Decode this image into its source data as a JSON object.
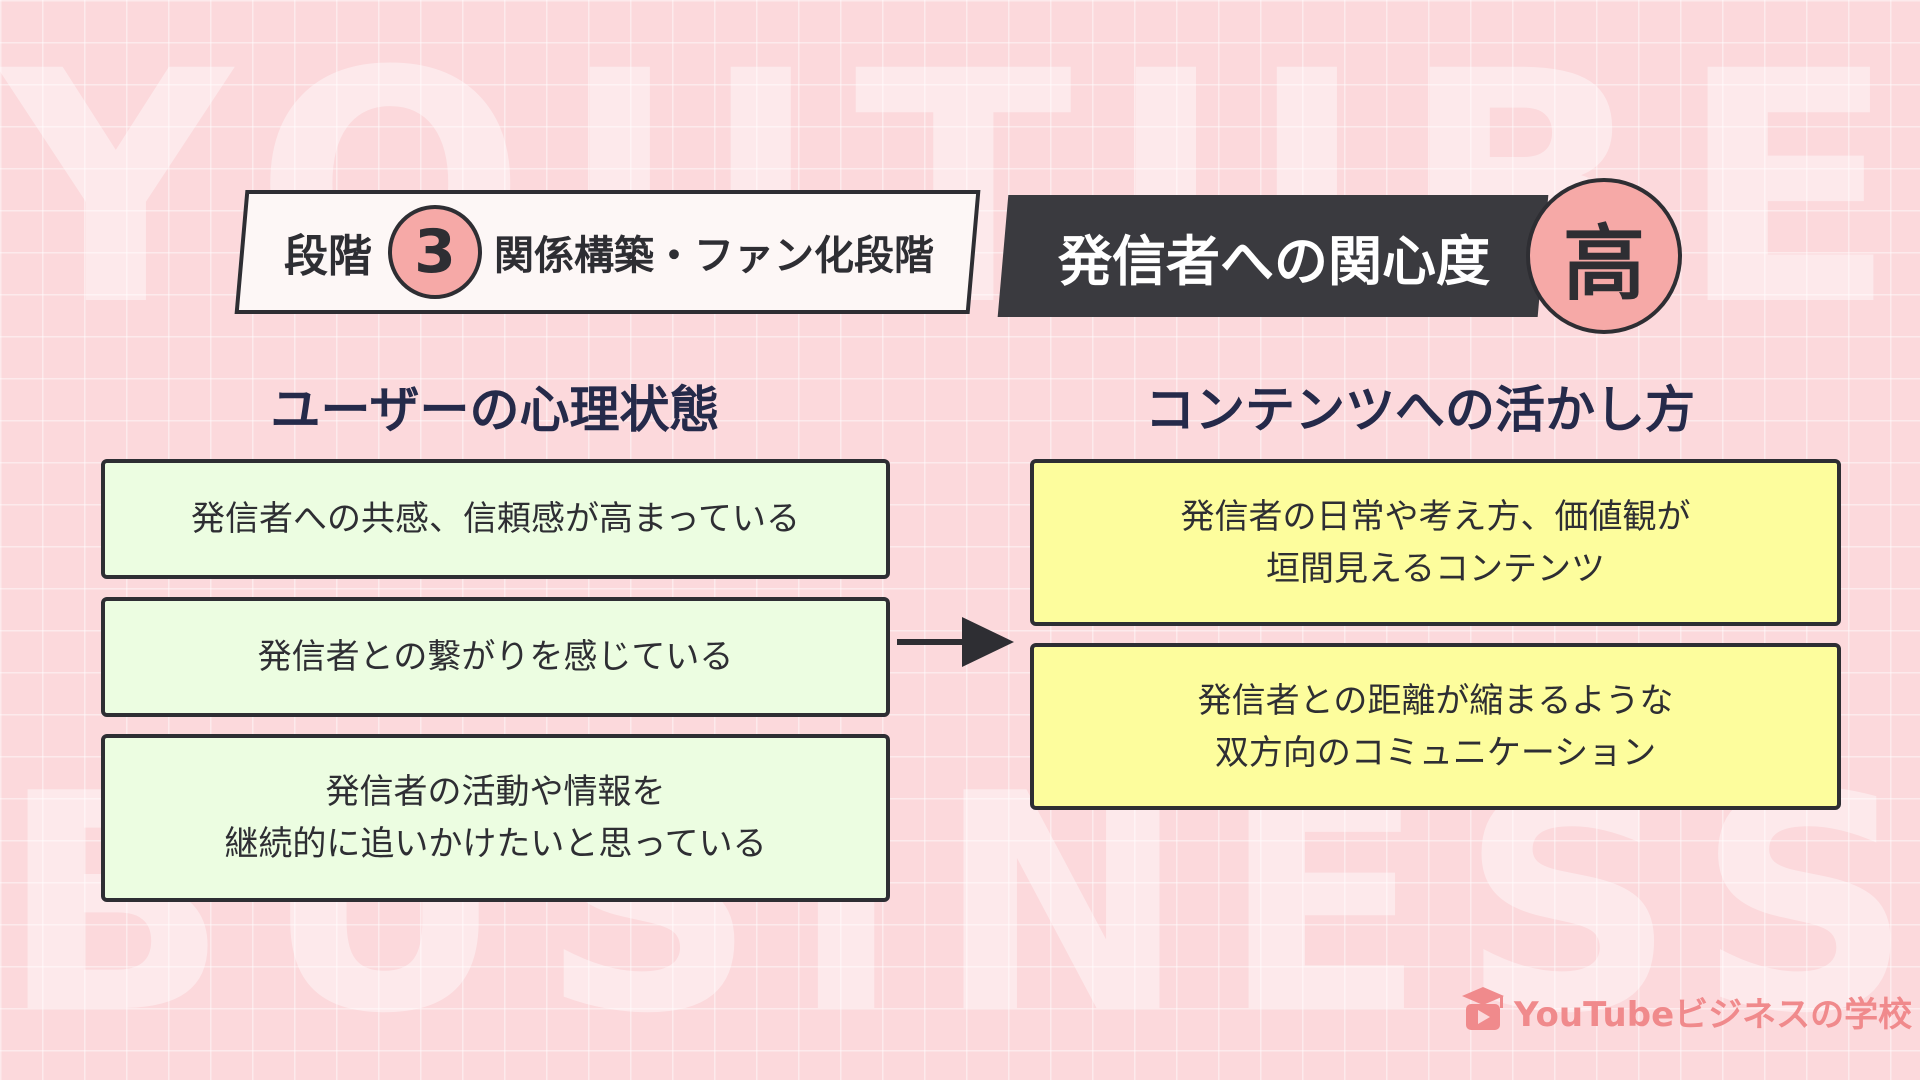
{
  "background_words": [
    "YOUTUBE",
    "BUSINESS"
  ],
  "stage": {
    "label": "段階",
    "number": "3",
    "name": "関係構築・ファン化段階"
  },
  "interest": {
    "label": "発信者への関心度",
    "level": "高"
  },
  "left": {
    "title": "ユーザーの心理状態",
    "items": [
      {
        "lines": [
          "発信者への共感、信頼感が高まっている"
        ]
      },
      {
        "lines": [
          "発信者との繋がりを感じている"
        ]
      },
      {
        "lines": [
          "発信者の活動や情報を",
          "継続的に追いかけたいと思っている"
        ]
      }
    ]
  },
  "right": {
    "title": "コンテンツへの活かし方",
    "items": [
      {
        "lines": [
          "発信者の日常や考え方、価値観が",
          "垣間見えるコンテンツ"
        ]
      },
      {
        "lines": [
          "発信者との距離が縮まるような",
          "双方向のコミュニケーション"
        ]
      }
    ]
  },
  "logo": {
    "text": "YouTubeビジネスの学校",
    "icon": "graduation-play-icon"
  },
  "colors": {
    "background": "#fcd9dc",
    "accent_pink": "#f6a9a7",
    "dark": "#2e2e33",
    "green_box": "#ecfde1",
    "yellow_box": "#fdfd9d",
    "title_navy": "#252a4a",
    "logo": "#f08a8c"
  }
}
